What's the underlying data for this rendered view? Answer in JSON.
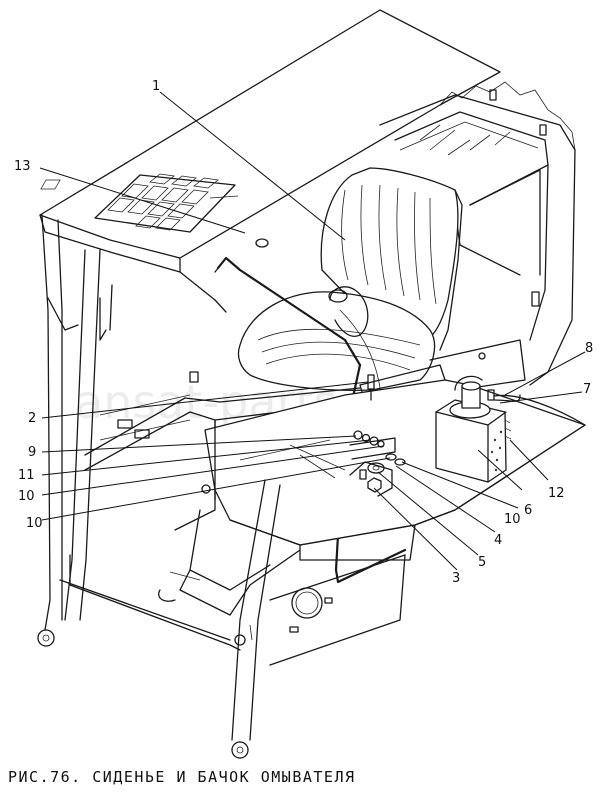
{
  "figure": {
    "caption": "РИС.76. СИДЕНЬЕ И БАЧОК ОМЫВАТЕЛЯ",
    "watermark": "ansat-parts",
    "line_color": "#1a1a1a",
    "background": "#ffffff"
  },
  "callouts": [
    {
      "id": "c1",
      "label": "1"
    },
    {
      "id": "c13",
      "label": "13"
    },
    {
      "id": "c8",
      "label": "8"
    },
    {
      "id": "c7",
      "label": "7"
    },
    {
      "id": "c2",
      "label": "2"
    },
    {
      "id": "c9",
      "label": "9"
    },
    {
      "id": "c11",
      "label": "11"
    },
    {
      "id": "c10a",
      "label": "10"
    },
    {
      "id": "c10b",
      "label": "10"
    },
    {
      "id": "c10c",
      "label": "10"
    },
    {
      "id": "c6",
      "label": "6"
    },
    {
      "id": "c12",
      "label": "12"
    },
    {
      "id": "c4",
      "label": "4"
    },
    {
      "id": "c5",
      "label": "5"
    },
    {
      "id": "c3",
      "label": "3"
    }
  ]
}
